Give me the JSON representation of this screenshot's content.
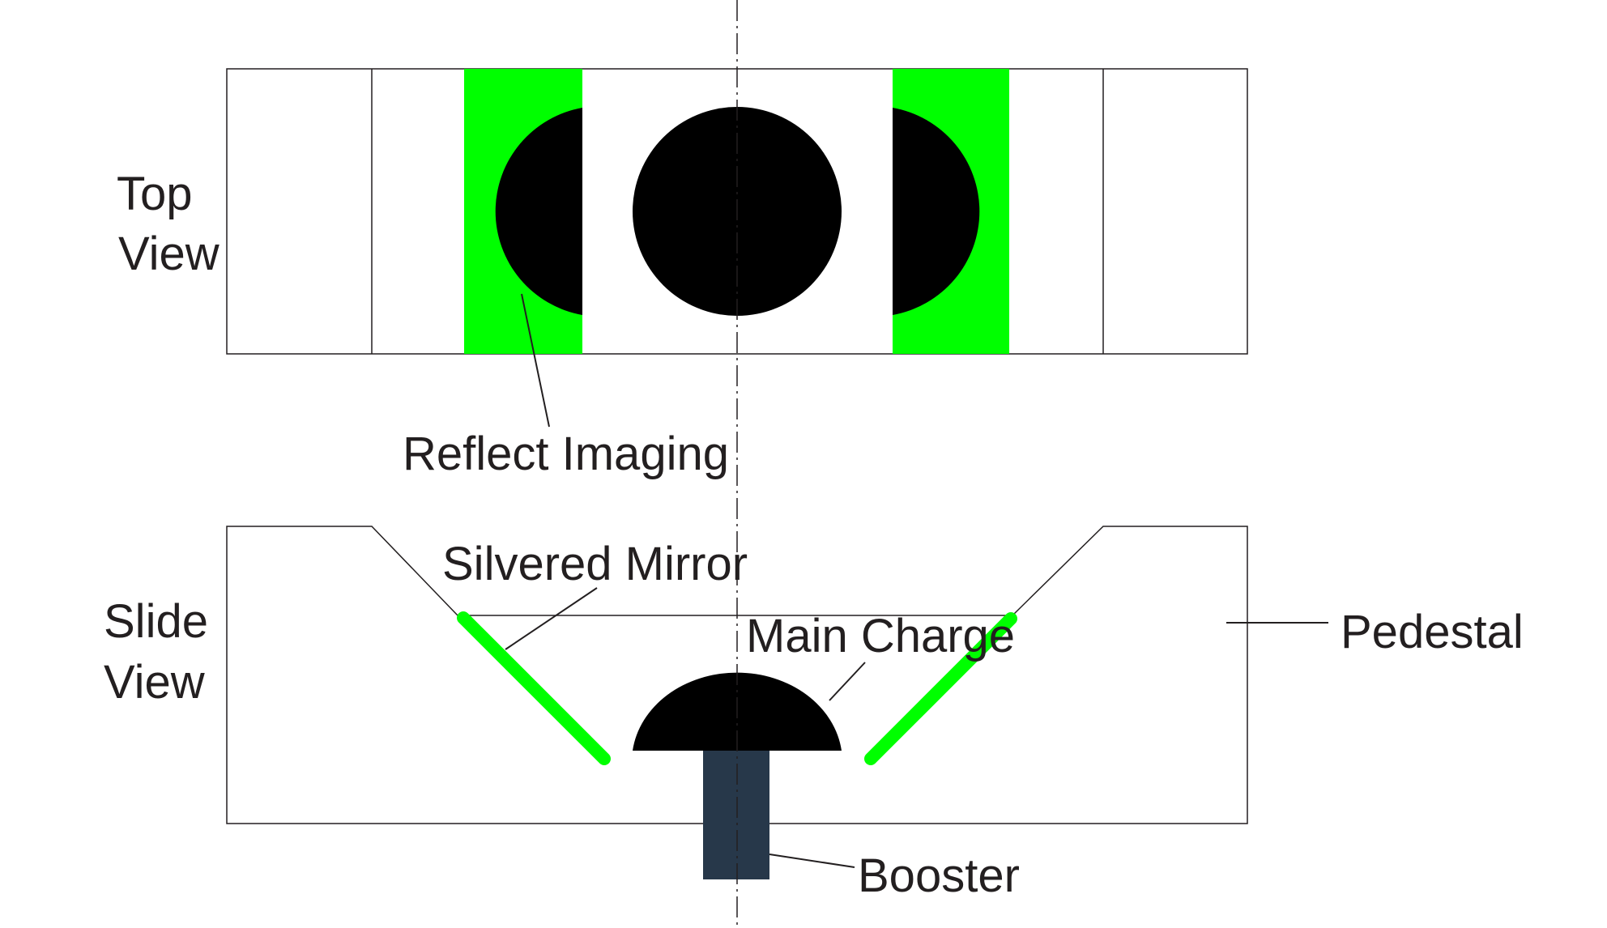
{
  "labels": {
    "top_view_line1": "Top",
    "top_view_line2": "View",
    "reflect_imaging": "Reflect Imaging",
    "silvered_mirror": "Silvered Mirror",
    "slide_view_line1": "Slide",
    "slide_view_line2": "View",
    "main_charge": "Main Charge",
    "pedestal": "Pedestal",
    "booster": "Booster"
  },
  "colors": {
    "mirror": "#00ff00",
    "charge": "#000000",
    "booster": "#27384a",
    "outline": "#231f20",
    "text": "#231f20"
  }
}
